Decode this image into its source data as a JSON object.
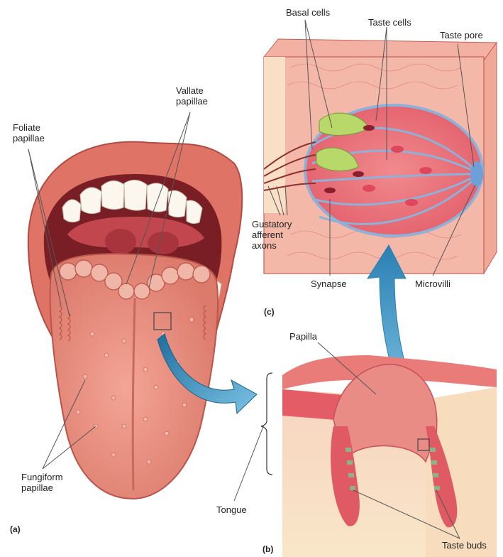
{
  "labels": {
    "basal_cells": "Basal cells",
    "taste_cells": "Taste cells",
    "taste_pore": "Taste pore",
    "vallate_papillae": "Vallate\npapillae",
    "foliate_papillae": "Foliate\npapillae",
    "gustatory_afferent_axons": "Gustatory\nafferent\naxons",
    "synapse": "Synapse",
    "microvilli": "Microvilli",
    "papilla": "Papilla",
    "fungiform_papillae": "Fungiform\npapillae",
    "tongue": "Tongue",
    "taste_buds": "Taste buds"
  },
  "panels": {
    "a": "(a)",
    "b": "(b)",
    "c": "(c)"
  },
  "colors": {
    "tongue": "#e98a7c",
    "lips": "#d9695d",
    "tissue": "#f6c9b6",
    "epithelium": "#e25a62",
    "nerve": "#8fb0d8",
    "taste_cell": "#b9d86a",
    "arrow": "#2f86b8"
  }
}
